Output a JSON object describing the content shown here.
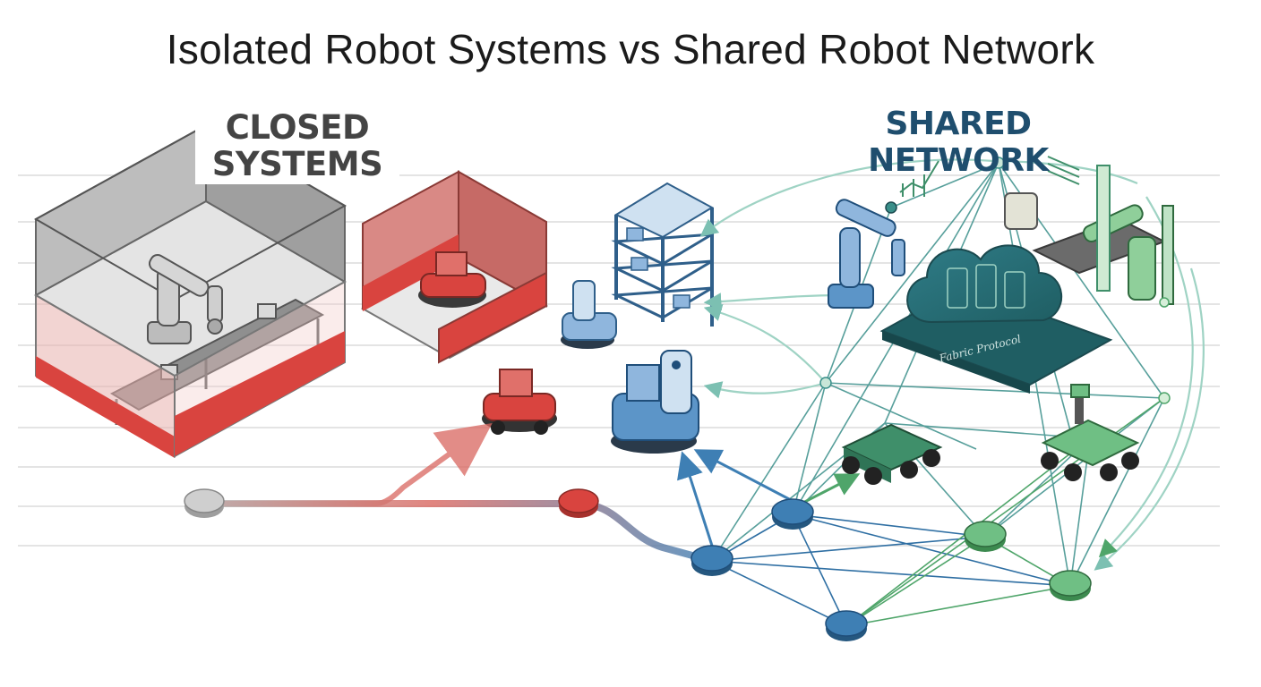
{
  "title": "Isolated Robot Systems vs Shared Robot Network",
  "left_section": {
    "label_line1": "CLOSED",
    "label_line2": "SYSTEMS"
  },
  "right_section": {
    "label": "SHARED NETWORK",
    "hub_text": "Fabric Protocol"
  },
  "colors": {
    "closed_red": "#d9443f",
    "closed_gray": "#9a9a9a",
    "network_blue": "#3e7fb4",
    "network_teal": "#3a8f8a",
    "network_green": "#5db26a",
    "title_text": "#1b1b1b",
    "shared_label": "#1f4e6e"
  },
  "icons": [
    "factory-enclosure-icon",
    "robot-arm-icon",
    "conveyor-icon",
    "storage-shelf-icon",
    "delivery-robot-icon",
    "mobile-robot-icon",
    "cloud-server-icon",
    "rover-icon",
    "chart-icon"
  ]
}
